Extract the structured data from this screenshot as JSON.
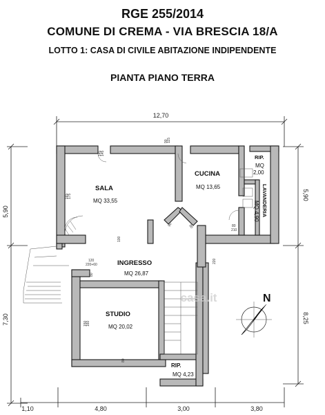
{
  "header": {
    "case_ref": "RGE 255/2014",
    "location": "COMUNE DI CREMA - VIA BRESCIA 18/A",
    "lot": "LOTTO 1: CASA DI CIVILE ABITAZIONE INDIPENDENTE",
    "plan_title": "PIANTA PIANO TERRA"
  },
  "rooms": {
    "sala": {
      "name": "SALA",
      "area": "MQ 33,55"
    },
    "cucina": {
      "name": "CUCINA",
      "area": "MQ 13,65"
    },
    "rip_top": {
      "name": "RIP.",
      "area_label": "MQ",
      "area_value": "2,00"
    },
    "lavanderia": {
      "name": "LAVANDERIA",
      "area": "MQ 4,90"
    },
    "ingresso": {
      "name": "INGRESSO",
      "area": "MQ 26,87"
    },
    "studio": {
      "name": "STUDIO",
      "area": "MQ 20,02"
    },
    "rip_bottom": {
      "name": "RIP.",
      "area": "MQ 4,23"
    }
  },
  "dimensions": {
    "top_total": "12,70",
    "left_upper": "5,90",
    "left_lower": "7,30",
    "right_upper": "5,90",
    "right_lower": "8,25",
    "bottom_1": "1,10",
    "bottom_2": "4,80",
    "bottom_3": "3,00",
    "bottom_4": "3,80"
  },
  "openings": {
    "o1": "145",
    "o2": "145",
    "o3": "90",
    "o4": "115",
    "o5": "165",
    "o6": "175",
    "o7": "90",
    "o8": "80",
    "o9": "80",
    "o10": "210",
    "o11": "100",
    "o12": "120",
    "o13": "220+60",
    "o14": "80",
    "o15": "150",
    "o16": "160",
    "o17": "80",
    "o18": "220"
  },
  "compass": {
    "north_label": "N"
  },
  "watermark": "casa.it",
  "colors": {
    "wall_fill": "#b9b9b9",
    "ink": "#111111"
  }
}
